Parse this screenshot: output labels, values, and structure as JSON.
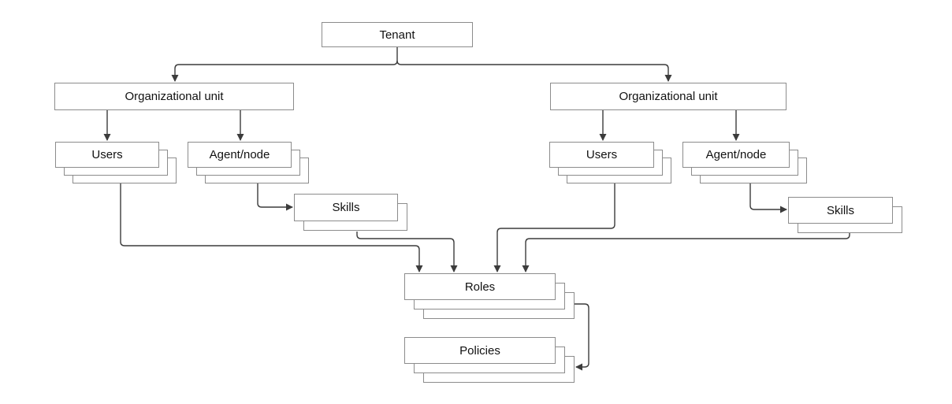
{
  "diagram": {
    "nodes": {
      "tenant": {
        "label": "Tenant"
      },
      "org_unit_left": {
        "label": "Organizational unit"
      },
      "org_unit_right": {
        "label": "Organizational unit"
      },
      "users_left": {
        "label": "Users"
      },
      "agent_node_left": {
        "label": "Agent/node"
      },
      "skills_left": {
        "label": "Skills"
      },
      "users_right": {
        "label": "Users"
      },
      "agent_node_right": {
        "label": "Agent/node"
      },
      "skills_right": {
        "label": "Skills"
      },
      "roles": {
        "label": "Roles"
      },
      "policies": {
        "label": "Policies"
      }
    },
    "edges": [
      {
        "from": "tenant",
        "to": "org_unit_left"
      },
      {
        "from": "tenant",
        "to": "org_unit_right"
      },
      {
        "from": "org_unit_left",
        "to": "users_left"
      },
      {
        "from": "org_unit_left",
        "to": "agent_node_left"
      },
      {
        "from": "agent_node_left",
        "to": "skills_left"
      },
      {
        "from": "org_unit_right",
        "to": "users_right"
      },
      {
        "from": "org_unit_right",
        "to": "agent_node_right"
      },
      {
        "from": "agent_node_right",
        "to": "skills_right"
      },
      {
        "from": "users_left",
        "to": "roles"
      },
      {
        "from": "skills_left",
        "to": "roles"
      },
      {
        "from": "users_right",
        "to": "roles"
      },
      {
        "from": "skills_right",
        "to": "roles"
      },
      {
        "from": "roles",
        "to": "policies"
      }
    ],
    "colors": {
      "box_border": "#8c8c8c",
      "box_fill": "#ffffff",
      "line": "#3c3c3c",
      "text": "#111111",
      "background": "#ffffff"
    }
  }
}
